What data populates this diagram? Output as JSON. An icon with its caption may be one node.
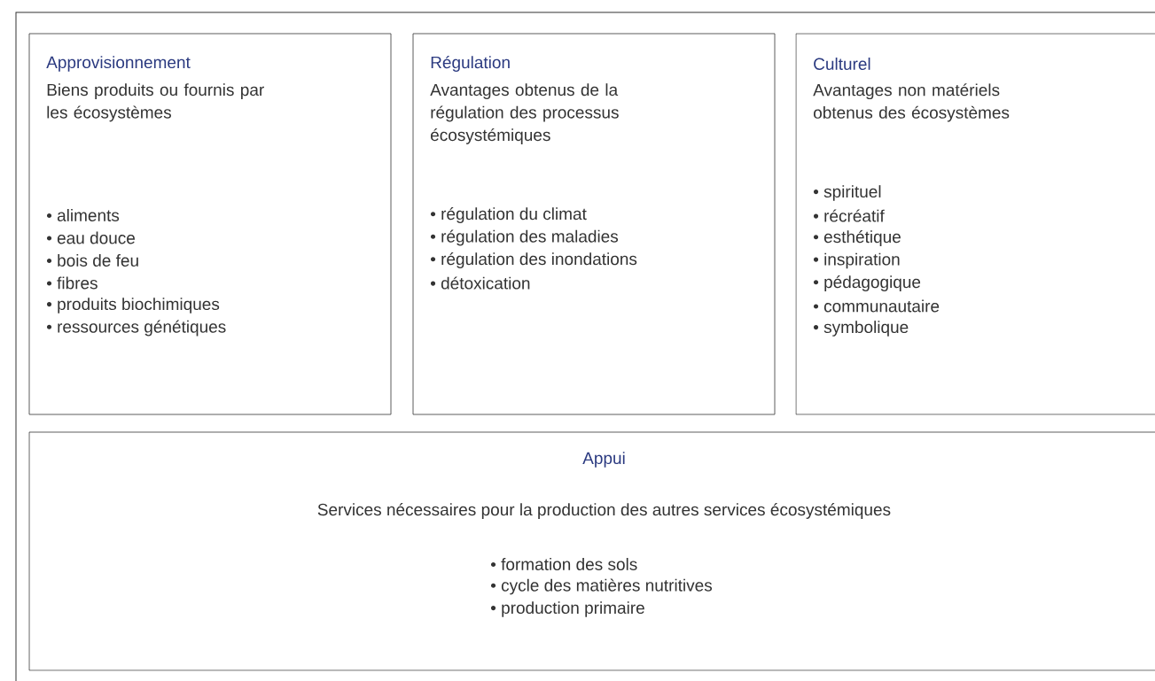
{
  "diagram": {
    "nodes": [
      {
        "text": [
          "Approvisionnement",
          "Biens produits ou fournis par les écosystèmes",
          "• aliments",
          "• eau douce",
          "• bois de feu",
          "• fibres",
          "• produits biochimiques",
          "• ressources génétiques"
        ]
      },
      {
        "text": [
          "Régulation",
          "Avantages obtenus de la régulation des processus écosystémiques",
          "• régulation du climat",
          "• régulation des maladies",
          "• régulation des inondations",
          "• détoxication"
        ]
      },
      {
        "text": [
          "Culturel",
          "Avantages non matériels obtenus des écosystèmes",
          "• spirituel",
          "• récréatif",
          "• esthétique",
          "• inspiration",
          "• pédagogique",
          "• communautaire",
          "• symbolique"
        ]
      },
      {
        "text": [
          "Appui",
          "Services nécessaires pour la production des autres services écosystémiques",
          "• formation des sols",
          "• cycle des matières nutritives",
          "• production primaire"
        ]
      }
    ]
  }
}
